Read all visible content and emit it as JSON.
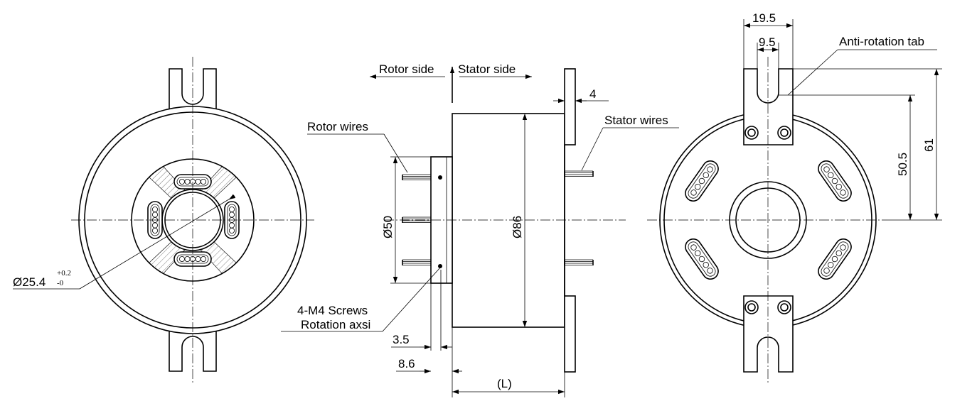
{
  "labels": {
    "rotor_side": "Rotor side",
    "stator_side": "Stator side",
    "rotor_wires": "Rotor wires",
    "stator_wires": "Stator wires",
    "anti_rotation_tab": "Anti-rotation tab",
    "screws": "4-M4 Screws",
    "rotation_axis": "Rotation axsi"
  },
  "dimensions": {
    "bore_diameter": "Ø25.4",
    "bore_tol_upper": "+0.2",
    "bore_tol_lower": "-0",
    "flange_thickness": "4",
    "rotor_flange_diameter": "Ø50",
    "body_diameter": "Ø86",
    "rotor_flange_offset": "3.5",
    "rotor_end_offset": "8.6",
    "body_length": "(L)",
    "tab_width": "19.5",
    "tab_slot_width": "9.5",
    "tab_slot_depth": "50.5",
    "tab_height": "61"
  }
}
